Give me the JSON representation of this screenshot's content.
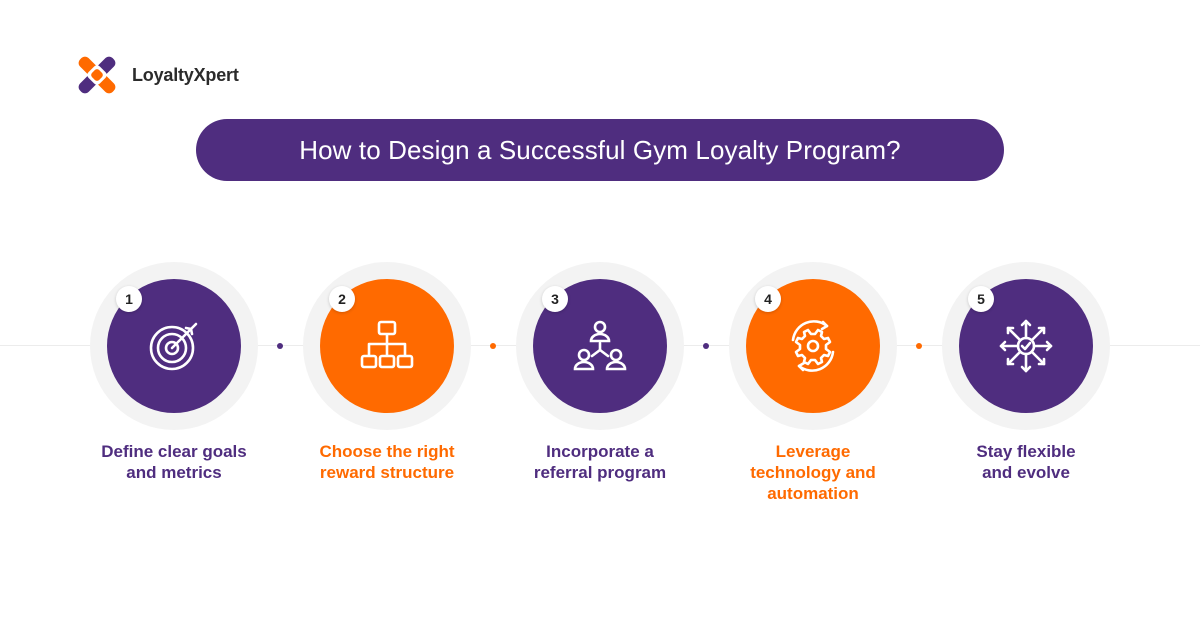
{
  "brand": {
    "name": "LoyaltyXpert",
    "logo_icon": "hands-logo-icon",
    "purple": "#4f2d7f",
    "orange": "#ff6a00"
  },
  "title": "How to Design a Successful Gym Loyalty Program?",
  "steps": [
    {
      "number": "1",
      "line1": "Define clear goals",
      "line2": "and metrics",
      "line3": "",
      "icon": "target-icon",
      "color": "purple"
    },
    {
      "number": "2",
      "line1": "Choose the right",
      "line2": "reward structure",
      "line3": "",
      "icon": "hierarchy-icon",
      "color": "orange"
    },
    {
      "number": "3",
      "line1": "Incorporate a",
      "line2": "referral program",
      "line3": "",
      "icon": "referral-network-icon",
      "color": "purple"
    },
    {
      "number": "4",
      "line1": "Leverage",
      "line2": "technology and",
      "line3": "automation",
      "icon": "gear-cycle-icon",
      "color": "orange"
    },
    {
      "number": "5",
      "line1": "Stay flexible",
      "line2": "and evolve",
      "line3": "",
      "icon": "flexible-arrows-icon",
      "color": "purple"
    }
  ]
}
